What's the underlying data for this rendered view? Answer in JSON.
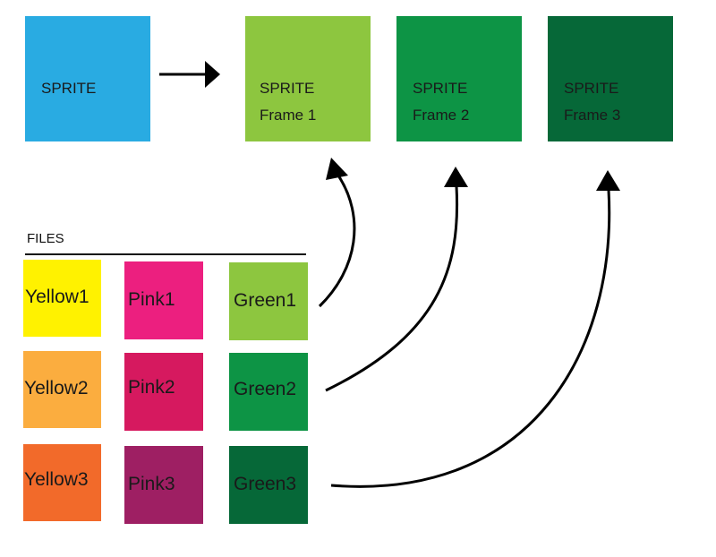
{
  "source_sprite": {
    "title": "SPRITE",
    "color": "#29abe2"
  },
  "frames": [
    {
      "title": "SPRITE",
      "frame_label": "Frame 1",
      "color": "#8dc63f"
    },
    {
      "title": "SPRITE",
      "frame_label": "Frame 2",
      "color": "#0d9445"
    },
    {
      "title": "SPRITE",
      "frame_label": "Frame 3",
      "color": "#066838"
    }
  ],
  "files": {
    "heading": "FILES",
    "rows": [
      [
        {
          "label": "Yellow1",
          "color": "#fff200"
        },
        {
          "label": "Pink1",
          "color": "#ec1f7f"
        },
        {
          "label": "Green1",
          "color": "#8dc63f"
        }
      ],
      [
        {
          "label": "Yellow2",
          "color": "#fbad3f"
        },
        {
          "label": "Pink2",
          "color": "#d6195f"
        },
        {
          "label": "Green2",
          "color": "#0d9445"
        }
      ],
      [
        {
          "label": "Yellow3",
          "color": "#f26a2a"
        },
        {
          "label": "Pink3",
          "color": "#9e1f63"
        },
        {
          "label": "Green3",
          "color": "#066838"
        }
      ]
    ]
  }
}
